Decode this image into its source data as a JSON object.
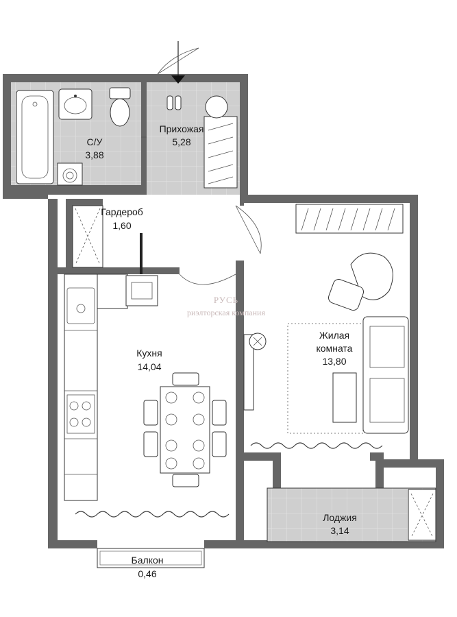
{
  "rooms": [
    {
      "label": "С/У",
      "area": "3,88"
    },
    {
      "label": "Прихожая",
      "area": "5,28"
    },
    {
      "label": "Гардероб",
      "area": "1,60"
    },
    {
      "label": "Кухня",
      "area": "14,04"
    },
    {
      "label": "Жилая",
      "label2": "комната",
      "area": "13,80"
    },
    {
      "label": "Лоджия",
      "area": "3,14"
    },
    {
      "label": "Балкон",
      "area": "0,46"
    }
  ],
  "watermark": {
    "title": "РУСЬ",
    "subtitle": "риэлторская компания"
  },
  "colors": {
    "wall": "#666666",
    "tile": "#cfcfcf",
    "floor": "#ffffff"
  },
  "icons": [
    "entrance-arrow-icon",
    "bathtub-icon",
    "sink-icon",
    "toilet-icon",
    "washing-machine-icon",
    "stove-icon",
    "armchair-icon",
    "sofa-icon",
    "dining-table-icon",
    "plant-icon"
  ]
}
